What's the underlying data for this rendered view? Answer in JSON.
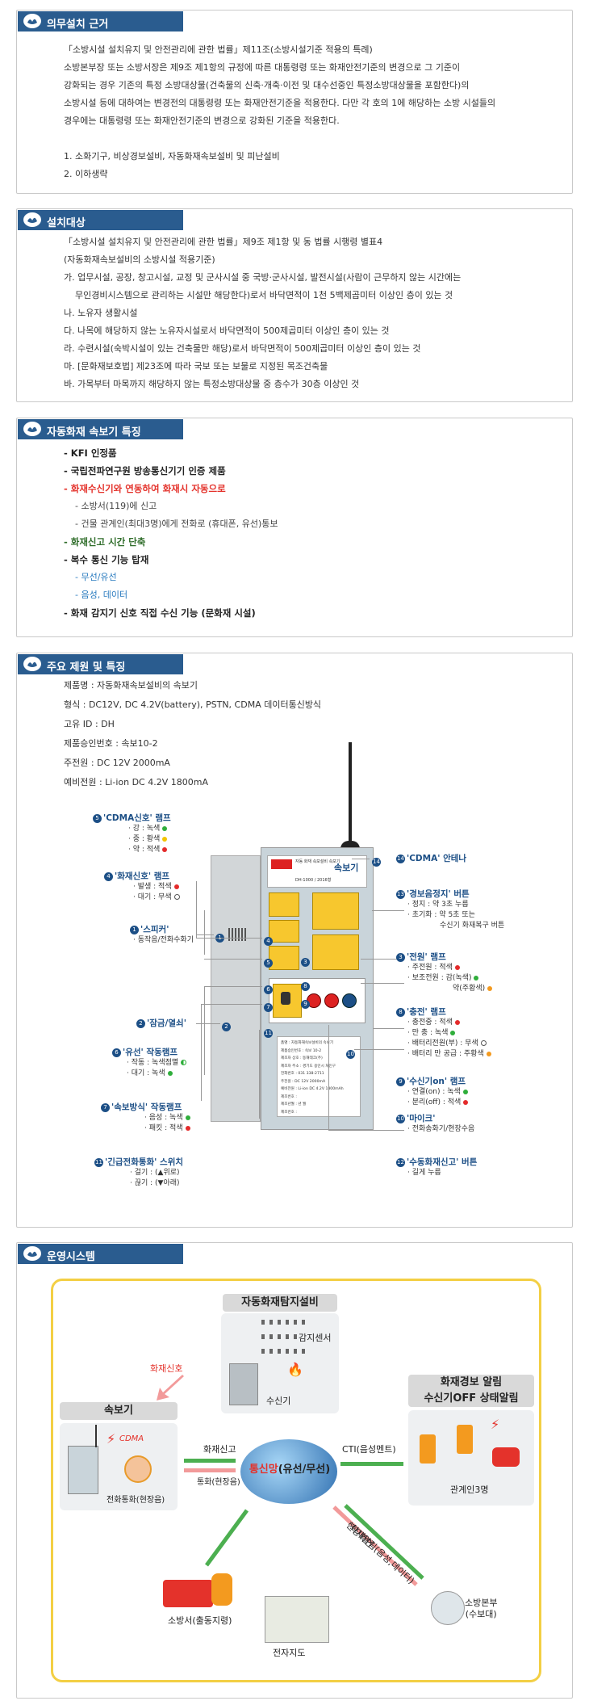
{
  "s1": {
    "title": "의무설치 근거",
    "lines": [
      "「소방시설 설치유지 및 안전관리에  관한 법률」제11조(소방시설기준 적용의 특례)",
      "소방본부장 또는 소방서장은 제9조 제1항의 규정에 따른 대통령령 또는 화재안전기준의 변경으로 그 기준이",
      "강화되는 경우 기존의 특정 소방대상물(건축물의 신축·개축·이전 및 대수선중인 특정소방대상물을 포함한다)의",
      "소방시설 등에 대하여는 변경전의 대통령령 또는 화재안전기준을 적용한다. 다만 각 호의 1에 해당하는 소방 시설들의",
      "경우에는 대통령령 또는 화재안전기준의 변경으로 강화된 기준을 적용한다."
    ],
    "items": [
      "1. 소화기구, 비상경보설비, 자동화재속보설비 및 피난설비",
      "2. 이하생략"
    ]
  },
  "s2": {
    "title": "설치대상",
    "lines": [
      "「소방시설 설치유지 및 안전관리에 관한 법률」제9조 제1항 및 동 법률 시행령 별표4",
      "(자동화재속보설비의 소방시설 적용기준)",
      "가. 업무시설, 공장, 창고시설, 교정 및 군사시설 중 국방·군사시설, 발전시설(사람이 근무하지 않는 시간에는",
      "무인경비시스템으로 관리하는 시설만 해당한다)로서 바닥면적이 1천 5백제곱미터 이상인 층이 있는 것",
      "나. 노유자 생활시설",
      "다. 나목에 해당하지 않는 노유자시설로서 바닥면적이 500제곱미터 이상인 층이 있는 것",
      "라. 수련시설(숙박시설이 있는 건축물만 해당)로서 바닥면적이 500제곱미터 이상인 층이 있는 것",
      "마. [문화재보호법] 제23조에 따라 국보 또는 보물로 지정된 목조건축물",
      "바. 가목부터 마목까지 해당하지 않는 특정소방대상물 중 층수가 30층 이상인 것"
    ]
  },
  "s3": {
    "title": "자동화재 속보기 특징",
    "f1": "- KFI 인정품",
    "f2": "- 국립전파연구원 방송통신기기 인증 제품",
    "f3": "- 화재수신기와 연동하여 화재시 자동으로",
    "f3a": "- 소방서(119)에 신고",
    "f3b": "- 건물 관계인(최대3명)에게 전화로 (휴대폰, 유선)통보",
    "f4": "- 화재신고 시간 단축",
    "f5": "- 복수 통신 기능 탑재",
    "f5a": "- 무선/유선",
    "f5b": "- 음성, 데이터",
    "f6": "- 화재 감지기 신호 직접 수신 기능 (문화재 시설)"
  },
  "s4": {
    "title": "주요 제원 및 특징",
    "specs": [
      "제품명 : 자동화재속보설비의 속보기",
      "형식 : DC12V, DC 4.2V(battery), PSTN, CDMA 데이터통신방식",
      "고유 ID : DH",
      "제품승인번호 : 속보10-2",
      "주전원 : DC 12V 2000mA",
      "예비전원 : Li-ion DC 4.2V 1800mA"
    ],
    "left": {
      "l5": "'CDMA신호' 램프",
      "l5a": "· 강 : 녹색",
      "l5b": "· 중 : 황색",
      "l5c": "· 약 : 적색",
      "l4": "'화재신호' 램프",
      "l4a": "· 발생 : 적색",
      "l4b": "· 대기 : 무색",
      "l1": "'스피커'",
      "l1a": "· 동작음/전화수화기",
      "l2": "'잠금/열쇠'",
      "l6": "'유선' 작동램프",
      "l6a": "· 작동 : 녹색점멸",
      "l6b": "· 대기 : 녹색",
      "l7": "'속보방식' 작동램프",
      "l7a": "· 음성 : 녹색",
      "l7b": "· 패킷 : 적색",
      "l11": "'긴급전화통화' 스위치",
      "l11a": "· 걸기 : (▲위로)",
      "l11b": "· 끊기 : (▼아래)"
    },
    "right": {
      "r14": "'CDMA' 안테나",
      "r13": "'경보음정지' 버튼",
      "r13a": "· 정지 : 약 3초 누름",
      "r13b": "· 초기화 : 약 5초 또는",
      "r13c": "수신기 화재복구 버튼",
      "r3": "'전원' 램프",
      "r3a": "· 주전원 : 적색",
      "r3b": "· 보조전원 : 감(녹색)",
      "r3c": "약(주황색)",
      "r8": "'충전' 램프",
      "r8a": "· 충전중 : 적색",
      "r8b": "· 만  충 : 녹색",
      "r8c": "· 배터리전원(부) : 무색",
      "r8d": "· 배터리 만 공급 : 주황색",
      "r9": "'수신기on' 램프",
      "r9a": "· 연결(on) : 녹색",
      "r9b": "· 분리(off) : 적색",
      "r10": "'마이크'",
      "r10a": "· 전화송화기/현장수음",
      "r12": "'수동화재신고' 버튼",
      "r12a": "· 길게 누름"
    },
    "device": {
      "title": "속보기",
      "sub": "자동 화재 속보설비 속보기",
      "model": "DH-1000 / 2016형",
      "plate": [
        "품명 : 자동화재속보설비의 속보기",
        "제품승인번호 : 속보 10-2",
        "제조자 상호 : 동해테크(주)",
        "제조자 주소 : 경기도 용인시 처인구",
        "전화번호 : 031 338-2711",
        "주전원 : DC 12V 2000mA",
        "예비전원 : Li-ion DC 4.2V 1800mAh",
        "제조번호 : ",
        "제조년월 :  년  월",
        "제조번호 : "
      ]
    }
  },
  "s5": {
    "title": "운영시스템",
    "detector_title": "자동화재탐지설비",
    "sensor": "감지센서",
    "receiver": "수신기",
    "fire_signal": "화재신호",
    "reporter_title": "속보기",
    "cdma": "CDMA",
    "phone_call": "전화통화(현장음)",
    "fire_report": "화재신고",
    "call_site": "통화(현장음)",
    "network": "통신망",
    "network_sub": "(유선/무선)",
    "cti": "CTI(음성멘트)",
    "alarm_title_1": "화재경보 알림",
    "alarm_title_2": "수신기OFF 상태알림",
    "relatives": "관계인3명",
    "hq": "소방본부",
    "hq_sub": "(수보대)",
    "map": "전자지도",
    "station": "소방서(출동지령)",
    "confirm": "현장확인",
    "fire_notice": "화재알림(음성,데이터)"
  }
}
